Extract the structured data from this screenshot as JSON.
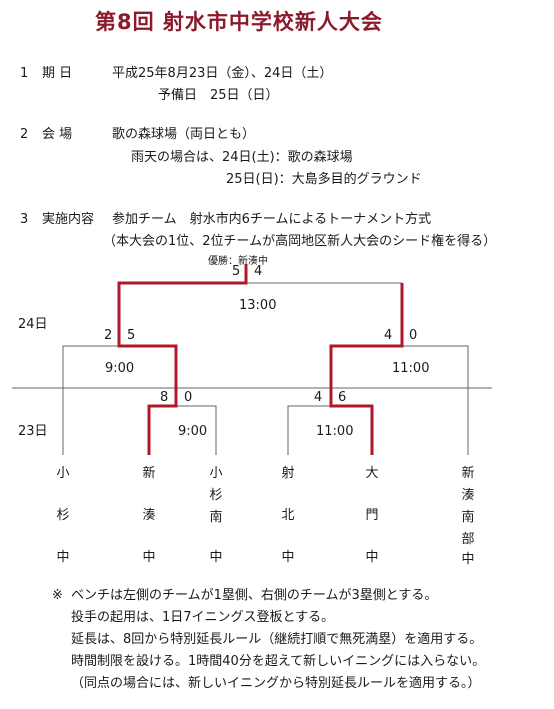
{
  "title": "第8回 射水市中学校新人大会",
  "info": {
    "date_no": "1",
    "date_label": "期 日",
    "date_value": "平成25年8月23日（金）、24日（土）",
    "reserve": "予備日　25日（日）",
    "venue_no": "2",
    "venue_label": "会 場",
    "venue_value": "歌の森球場（両日とも）",
    "rain_1": "雨天の場合は、24日(土)：歌の森球場",
    "rain_2": "25日(日)：大島多目的グラウンド",
    "content_no": "3",
    "content_label": "実施内容",
    "content_value": "参加チーム　射水市内6チームによるトーナメント方式",
    "content_note": "（本大会の1位、2位チームが高岡地区新人大会のシード権を得る）"
  },
  "bracket": {
    "winner": "優勝：新湊中",
    "day24": "24日",
    "day23": "23日",
    "final": {
      "left": "5",
      "right": "4",
      "time": "13:00"
    },
    "semi_left": {
      "left": "2",
      "right": "5",
      "time": "9:00"
    },
    "semi_right": {
      "left": "4",
      "right": "0",
      "time": "11:00"
    },
    "q_left": {
      "left": "8",
      "right": "0",
      "time": "9:00"
    },
    "q_right": {
      "left": "4",
      "right": "6",
      "time": "11:00"
    },
    "teams": [
      {
        "chars": [
          "小",
          "杉",
          "中"
        ]
      },
      {
        "chars": [
          "新",
          "湊",
          "中"
        ]
      },
      {
        "chars": [
          "小",
          "杉",
          "南",
          "中"
        ]
      },
      {
        "chars": [
          "射",
          "北",
          "中"
        ]
      },
      {
        "chars": [
          "大",
          "門",
          "中"
        ]
      },
      {
        "chars": [
          "新",
          "湊",
          "南",
          "部",
          "中"
        ]
      }
    ]
  },
  "notes": {
    "mark": "※",
    "line1": "ベンチは左側のチームが1塁側、右側のチームが3塁側とする。",
    "line2": "投手の起用は、1日7イニングス登板とする。",
    "line3": "延長は、8回から特別延長ルール（継続打順で無死満塁）を適用する。",
    "line4": "時間制限を設ける。1時間40分を超えて新しいイニングには入らない。",
    "line5": "（同点の場合には、新しいイニングから特別延長ルールを適用する。）"
  },
  "colors": {
    "title": "#8b1a2b",
    "winner_line": "#b0182a",
    "line": "#666666"
  }
}
